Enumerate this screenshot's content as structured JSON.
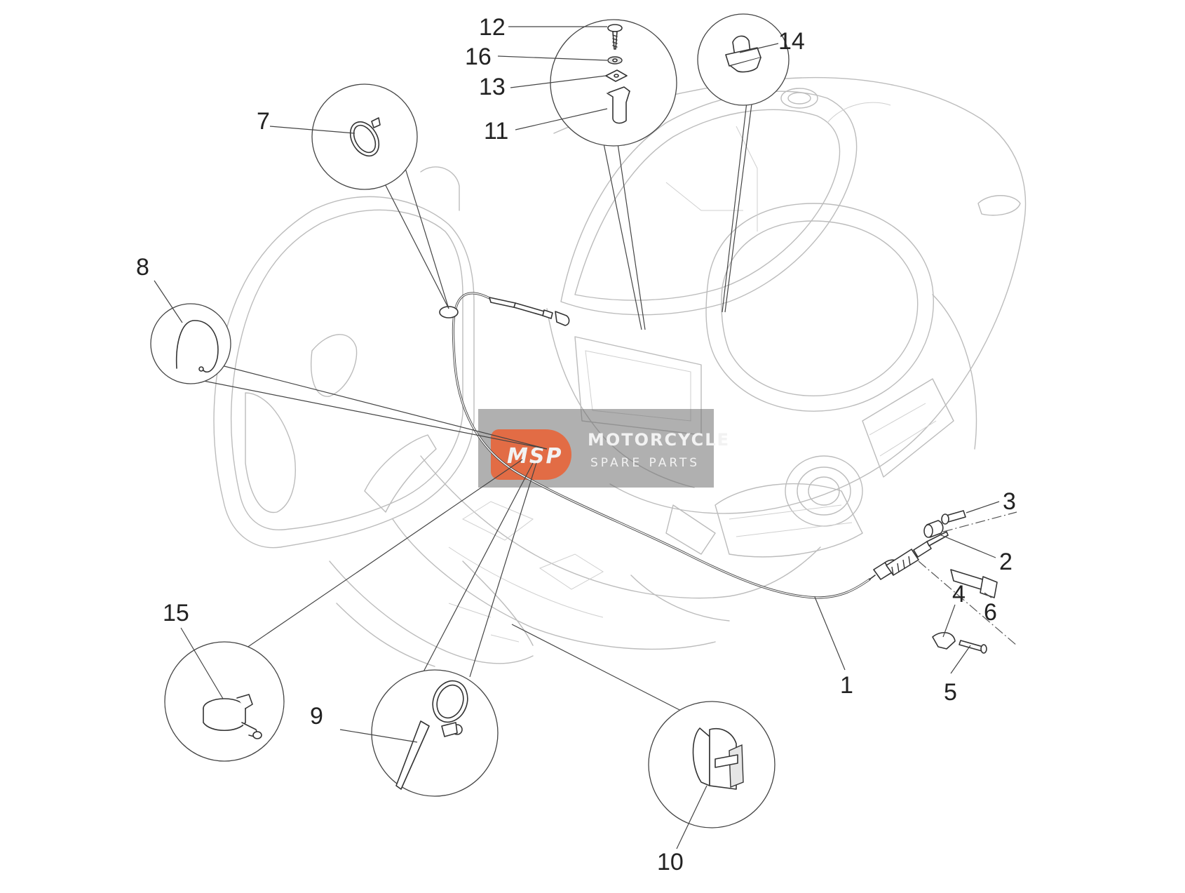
{
  "diagram": {
    "callouts": [
      {
        "id": "1",
        "label": "1"
      },
      {
        "id": "2",
        "label": "2"
      },
      {
        "id": "3",
        "label": "3"
      },
      {
        "id": "4",
        "label": "4"
      },
      {
        "id": "5",
        "label": "5"
      },
      {
        "id": "6",
        "label": "6"
      },
      {
        "id": "7",
        "label": "7"
      },
      {
        "id": "8",
        "label": "8"
      },
      {
        "id": "9",
        "label": "9"
      },
      {
        "id": "10",
        "label": "10"
      },
      {
        "id": "11",
        "label": "11"
      },
      {
        "id": "12",
        "label": "12"
      },
      {
        "id": "13",
        "label": "13"
      },
      {
        "id": "14",
        "label": "14"
      },
      {
        "id": "15",
        "label": "15"
      },
      {
        "id": "16",
        "label": "16"
      }
    ]
  },
  "watermark": {
    "logo_text": "MSP",
    "line1": "MOTORCYCLE",
    "line2": "SPARE PARTS"
  },
  "colors": {
    "watermark_box": "#707070",
    "watermark_logo": "#e8653a",
    "line_art": "#444444",
    "ghost_art": "#bcbcbc"
  }
}
